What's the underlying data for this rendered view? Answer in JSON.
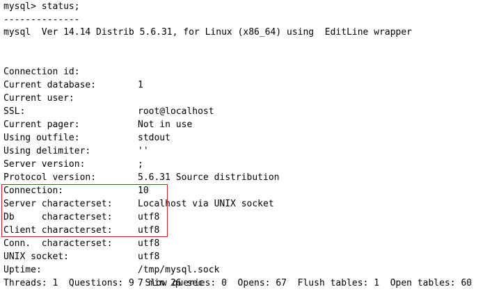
{
  "prompt": "mysql> status;",
  "separator": "--------------",
  "version_line": "mysql  Ver 14.14 Distrib 5.6.31, for Linux (x86_64) using  EditLine wrapper",
  "status_rows": [
    {
      "label": "Connection id:",
      "value": "1"
    },
    {
      "label": "Current database:",
      "value": ""
    },
    {
      "label": "Current user:",
      "value": "root@localhost"
    },
    {
      "label": "SSL:",
      "value": "Not in use"
    },
    {
      "label": "Current pager:",
      "value": "stdout"
    },
    {
      "label": "Using outfile:",
      "value": "''"
    },
    {
      "label": "Using delimiter:",
      "value": ";"
    },
    {
      "label": "Server version:",
      "value": "5.6.31 Source distribution"
    },
    {
      "label": "Protocol version:",
      "value": "10"
    },
    {
      "label": "Connection:",
      "value": "Localhost via UNIX socket"
    },
    {
      "label": "Server characterset:",
      "value": "utf8"
    },
    {
      "label": "Db     characterset:",
      "value": "utf8"
    },
    {
      "label": "Client characterset:",
      "value": "utf8"
    },
    {
      "label": "Conn.  characterset:",
      "value": "utf8"
    },
    {
      "label": "UNIX socket:",
      "value": "/tmp/mysql.sock"
    },
    {
      "label": "Uptime:",
      "value": "7 min 26 sec"
    }
  ],
  "stats_line": "Threads: 1  Questions: 9  Slow queries: 0  Opens: 67  Flush tables: 1  Open tables: 60",
  "highlight_color": "#d21f1f"
}
